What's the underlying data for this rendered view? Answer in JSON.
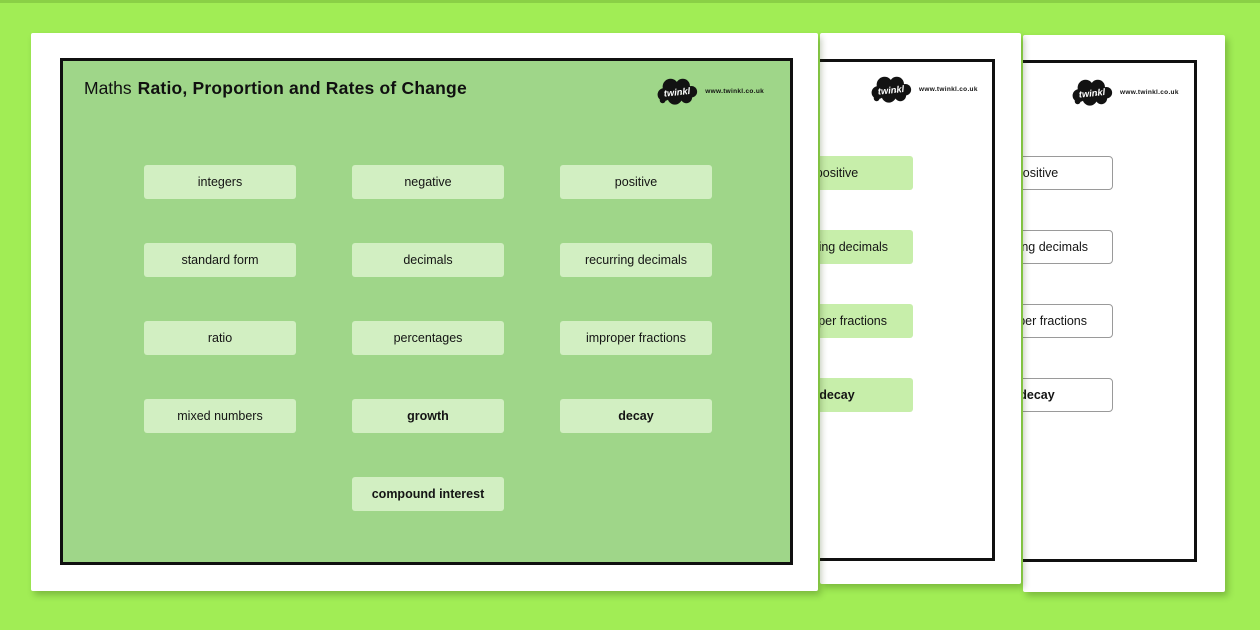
{
  "logo": {
    "brand": "twinkl",
    "url": "www.twinkl.co.uk"
  },
  "colors": {
    "background": "#a1ed55",
    "panel_green": "#9fd689",
    "panel_card_green": "#d2efc2",
    "back_card_green": "#c7eeaa",
    "frame_black": "#101010"
  },
  "page1": {
    "title_prefix": "Maths",
    "title_main": "Ratio, Proportion and Rates of Change",
    "cards": [
      {
        "label": "integers",
        "row": 0,
        "col": 0,
        "bold": false
      },
      {
        "label": "negative",
        "row": 0,
        "col": 1,
        "bold": false
      },
      {
        "label": "positive",
        "row": 0,
        "col": 2,
        "bold": false
      },
      {
        "label": "standard form",
        "row": 1,
        "col": 0,
        "bold": false
      },
      {
        "label": "decimals",
        "row": 1,
        "col": 1,
        "bold": false
      },
      {
        "label": "recurring decimals",
        "row": 1,
        "col": 2,
        "bold": false
      },
      {
        "label": "ratio",
        "row": 2,
        "col": 0,
        "bold": false
      },
      {
        "label": "percentages",
        "row": 2,
        "col": 1,
        "bold": false
      },
      {
        "label": "improper fractions",
        "row": 2,
        "col": 2,
        "bold": false
      },
      {
        "label": "mixed numbers",
        "row": 3,
        "col": 0,
        "bold": false
      },
      {
        "label": "growth",
        "row": 3,
        "col": 1,
        "bold": true
      },
      {
        "label": "decay",
        "row": 3,
        "col": 2,
        "bold": true
      },
      {
        "label": "compound interest",
        "row": 4,
        "col": 1,
        "bold": true
      }
    ]
  },
  "page2": {
    "cards": [
      {
        "label": "positive",
        "row": 0,
        "col": 0,
        "bold": false
      },
      {
        "label": "recurring decimals",
        "row": 1,
        "col": 0,
        "bold": false
      },
      {
        "label": "improper fractions",
        "row": 2,
        "col": 0,
        "bold": false
      },
      {
        "label": "decay",
        "row": 3,
        "col": 0,
        "bold": true
      }
    ]
  },
  "page3": {
    "cards": [
      {
        "label": "positive",
        "row": 0,
        "col": 0,
        "bold": false
      },
      {
        "label": "recurring decimals",
        "row": 1,
        "col": 0,
        "bold": false
      },
      {
        "label": "improper fractions",
        "row": 2,
        "col": 0,
        "bold": false
      },
      {
        "label": "decay",
        "row": 3,
        "col": 0,
        "bold": true
      }
    ]
  }
}
